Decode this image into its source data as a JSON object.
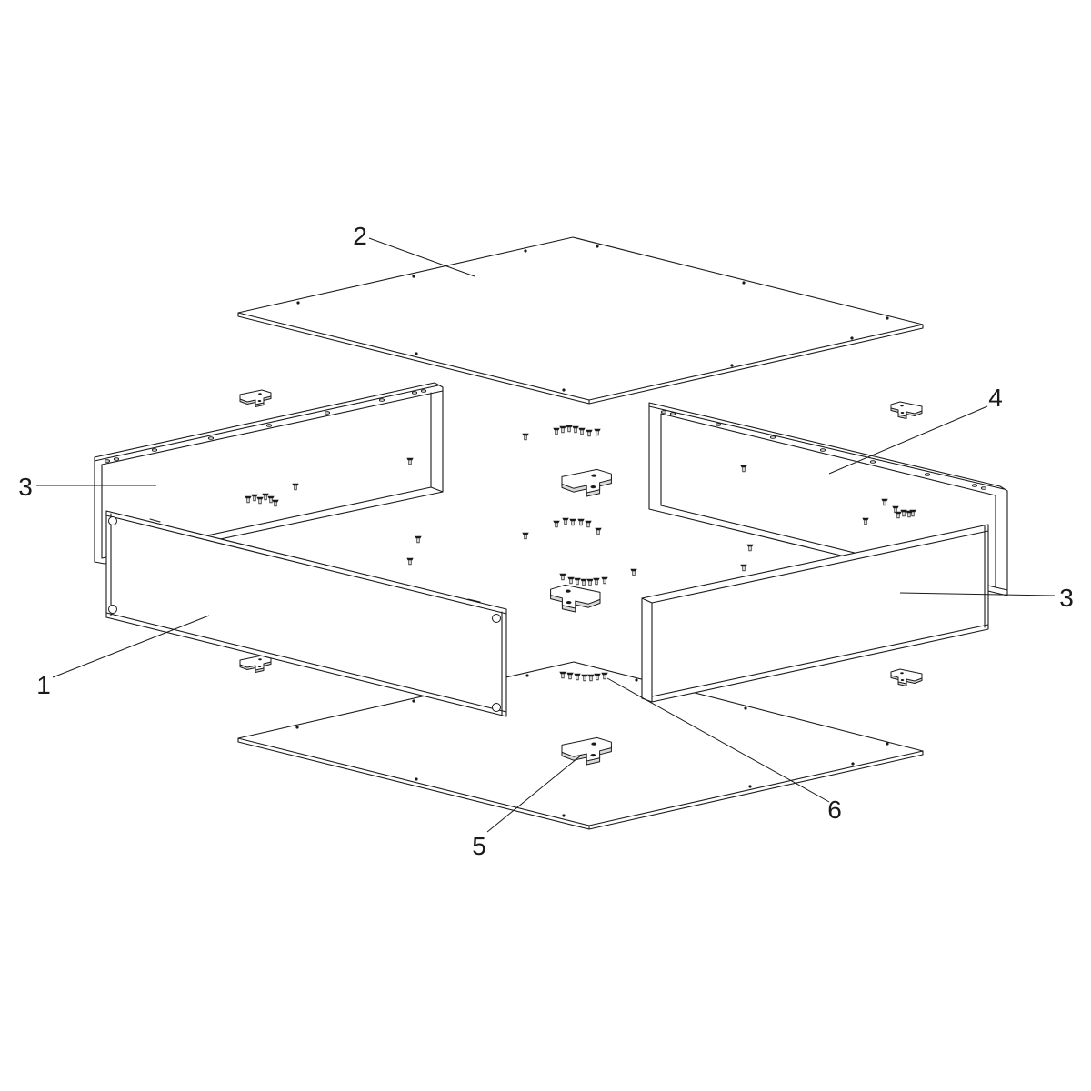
{
  "callouts": {
    "top_plate": "2",
    "left_side_panel": "3",
    "rear_panel": "4",
    "right_side_panel": "3",
    "front_panel": "1",
    "bracket": "5",
    "screw": "6"
  },
  "colors": {
    "line": "#1a1a1a",
    "paper": "#ffffff"
  }
}
